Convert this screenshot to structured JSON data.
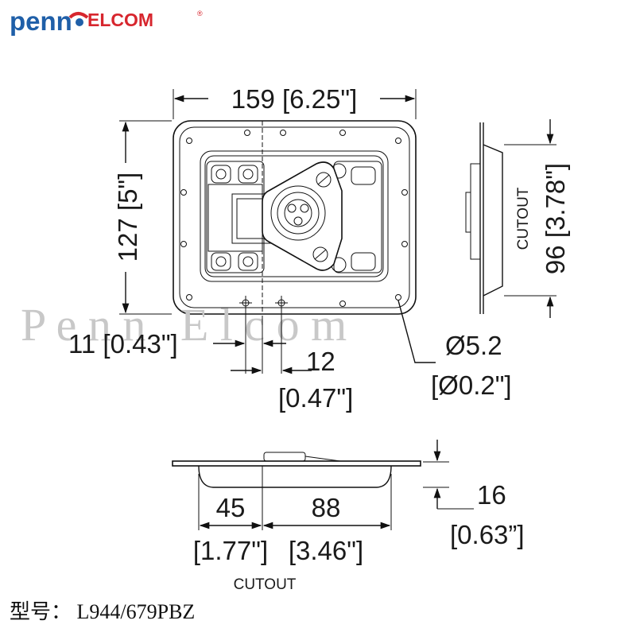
{
  "logo": {
    "left": "penn",
    "right": "ELCOM",
    "registered": "®",
    "colors": {
      "penn": "#1f5fa8",
      "elcom": "#d7262e"
    }
  },
  "watermark": "P e n n   E l c o m",
  "front_view": {
    "width_dim": "159 [6.25\"]",
    "height_dim": "127 [5\"]",
    "hole_offset_left": "11 [0.43\"]",
    "hole_offset_right_mm": "12",
    "hole_offset_right_in": "[0.47\"]",
    "hole_dia_mm": "Ø5.2",
    "hole_dia_in": "[Ø0.2\"]"
  },
  "side_view": {
    "cutout_height": "96 [3.78\"]",
    "cutout_label": "CUTOUT"
  },
  "bottom_view": {
    "left_cutout_mm": "45",
    "left_cutout_in": "[1.77\"]",
    "right_cutout_mm": "88",
    "right_cutout_in": "[3.46\"]",
    "depth_mm": "16",
    "depth_in": "[0.63”]",
    "cutout_label": "CUTOUT"
  },
  "model": "型号： L944/679PBZ"
}
